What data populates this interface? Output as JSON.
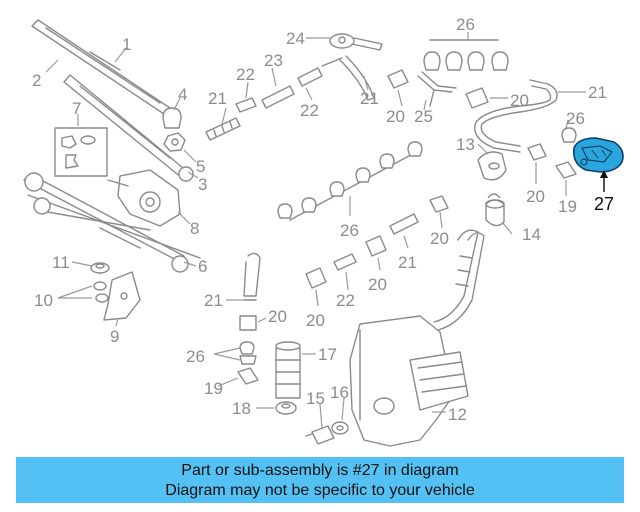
{
  "callouts": [
    "1",
    "2",
    "3",
    "4",
    "5",
    "6",
    "7",
    "8",
    "9",
    "10",
    "11",
    "12",
    "13",
    "14",
    "15",
    "16",
    "17",
    "18",
    "19",
    "19",
    "20",
    "20",
    "20",
    "20",
    "20",
    "20",
    "20",
    "21",
    "21",
    "21",
    "21",
    "21",
    "22",
    "22",
    "22",
    "23",
    "24",
    "25",
    "26",
    "26",
    "26",
    "26",
    "27"
  ],
  "highlight": {
    "part_number": "27",
    "color": "#2aa6df"
  },
  "banner": {
    "line1": "Part or sub-assembly is #27 in diagram",
    "line2": "Diagram may not be specific to your vehicle",
    "color": "#53c1f3"
  }
}
